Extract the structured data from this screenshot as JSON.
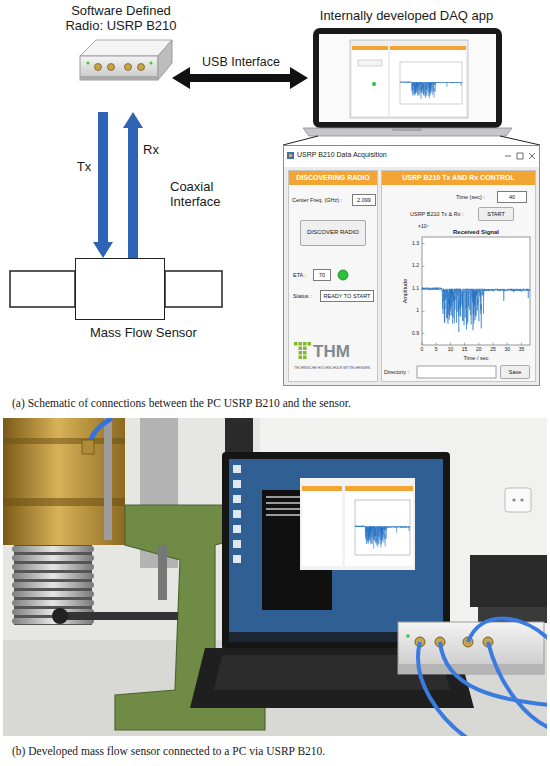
{
  "diagram": {
    "nodes": [
      {
        "text": [
          "Software Defined Radio: USRP B210"
        ]
      },
      {
        "text": [
          "Internally developed DAQ app"
        ]
      },
      {
        "text": [
          "Mass Flow Sensor"
        ]
      },
      {
        "text": [
          "USRP B210 Data Acquisition"
        ]
      },
      {
        "text": [
          "DISCOVERING RADIO"
        ],
        "in": 3
      },
      {
        "text": [
          "2.099"
        ],
        "in": 4
      },
      {
        "text": [
          "DISCOVER RADIO"
        ],
        "in": 4
      },
      {
        "text": [
          "70"
        ],
        "in": 4
      },
      {
        "text": [
          "READY TO START"
        ],
        "in": 4
      },
      {
        "text": [
          "USRP B210 Tx AND Rx CONTROL"
        ],
        "in": 3
      },
      {
        "text": [
          "40"
        ],
        "in": 9
      },
      {
        "text": [
          "START"
        ],
        "in": 9
      },
      {
        "text": [
          "Save"
        ],
        "in": 9
      }
    ],
    "edges": [
      {
        "from": 0,
        "to": 1,
        "label": "USB Interface",
        "arrow": "both"
      },
      {
        "from": 0,
        "to": 2,
        "label": "Tx",
        "arrow": "to"
      },
      {
        "from": 2,
        "to": 0,
        "label": "Rx",
        "arrow": "to"
      }
    ],
    "labels": [
      "Coaxial Interface",
      "Center Freq. (GHz) :",
      "ETA :",
      "Status :",
      "THM",
      "TECHNISCHE HOCHSCHULE MITTELHESSEN",
      "Time (sec) :",
      "USRP B210 Tx & Rx :",
      "×10⁴",
      "Received Signal",
      "Amplitude",
      "1.3",
      "1.2",
      "1.1",
      "1",
      "0.9",
      "0",
      "5",
      "10",
      "15",
      "20",
      "25",
      "30",
      "35",
      "Time / sec",
      "Directory :",
      "(a) Schematic of connections between the PC USRP B210 and the sensor.",
      "(b) Developed mass flow sensor connected to a PC via USRP B210."
    ]
  }
}
